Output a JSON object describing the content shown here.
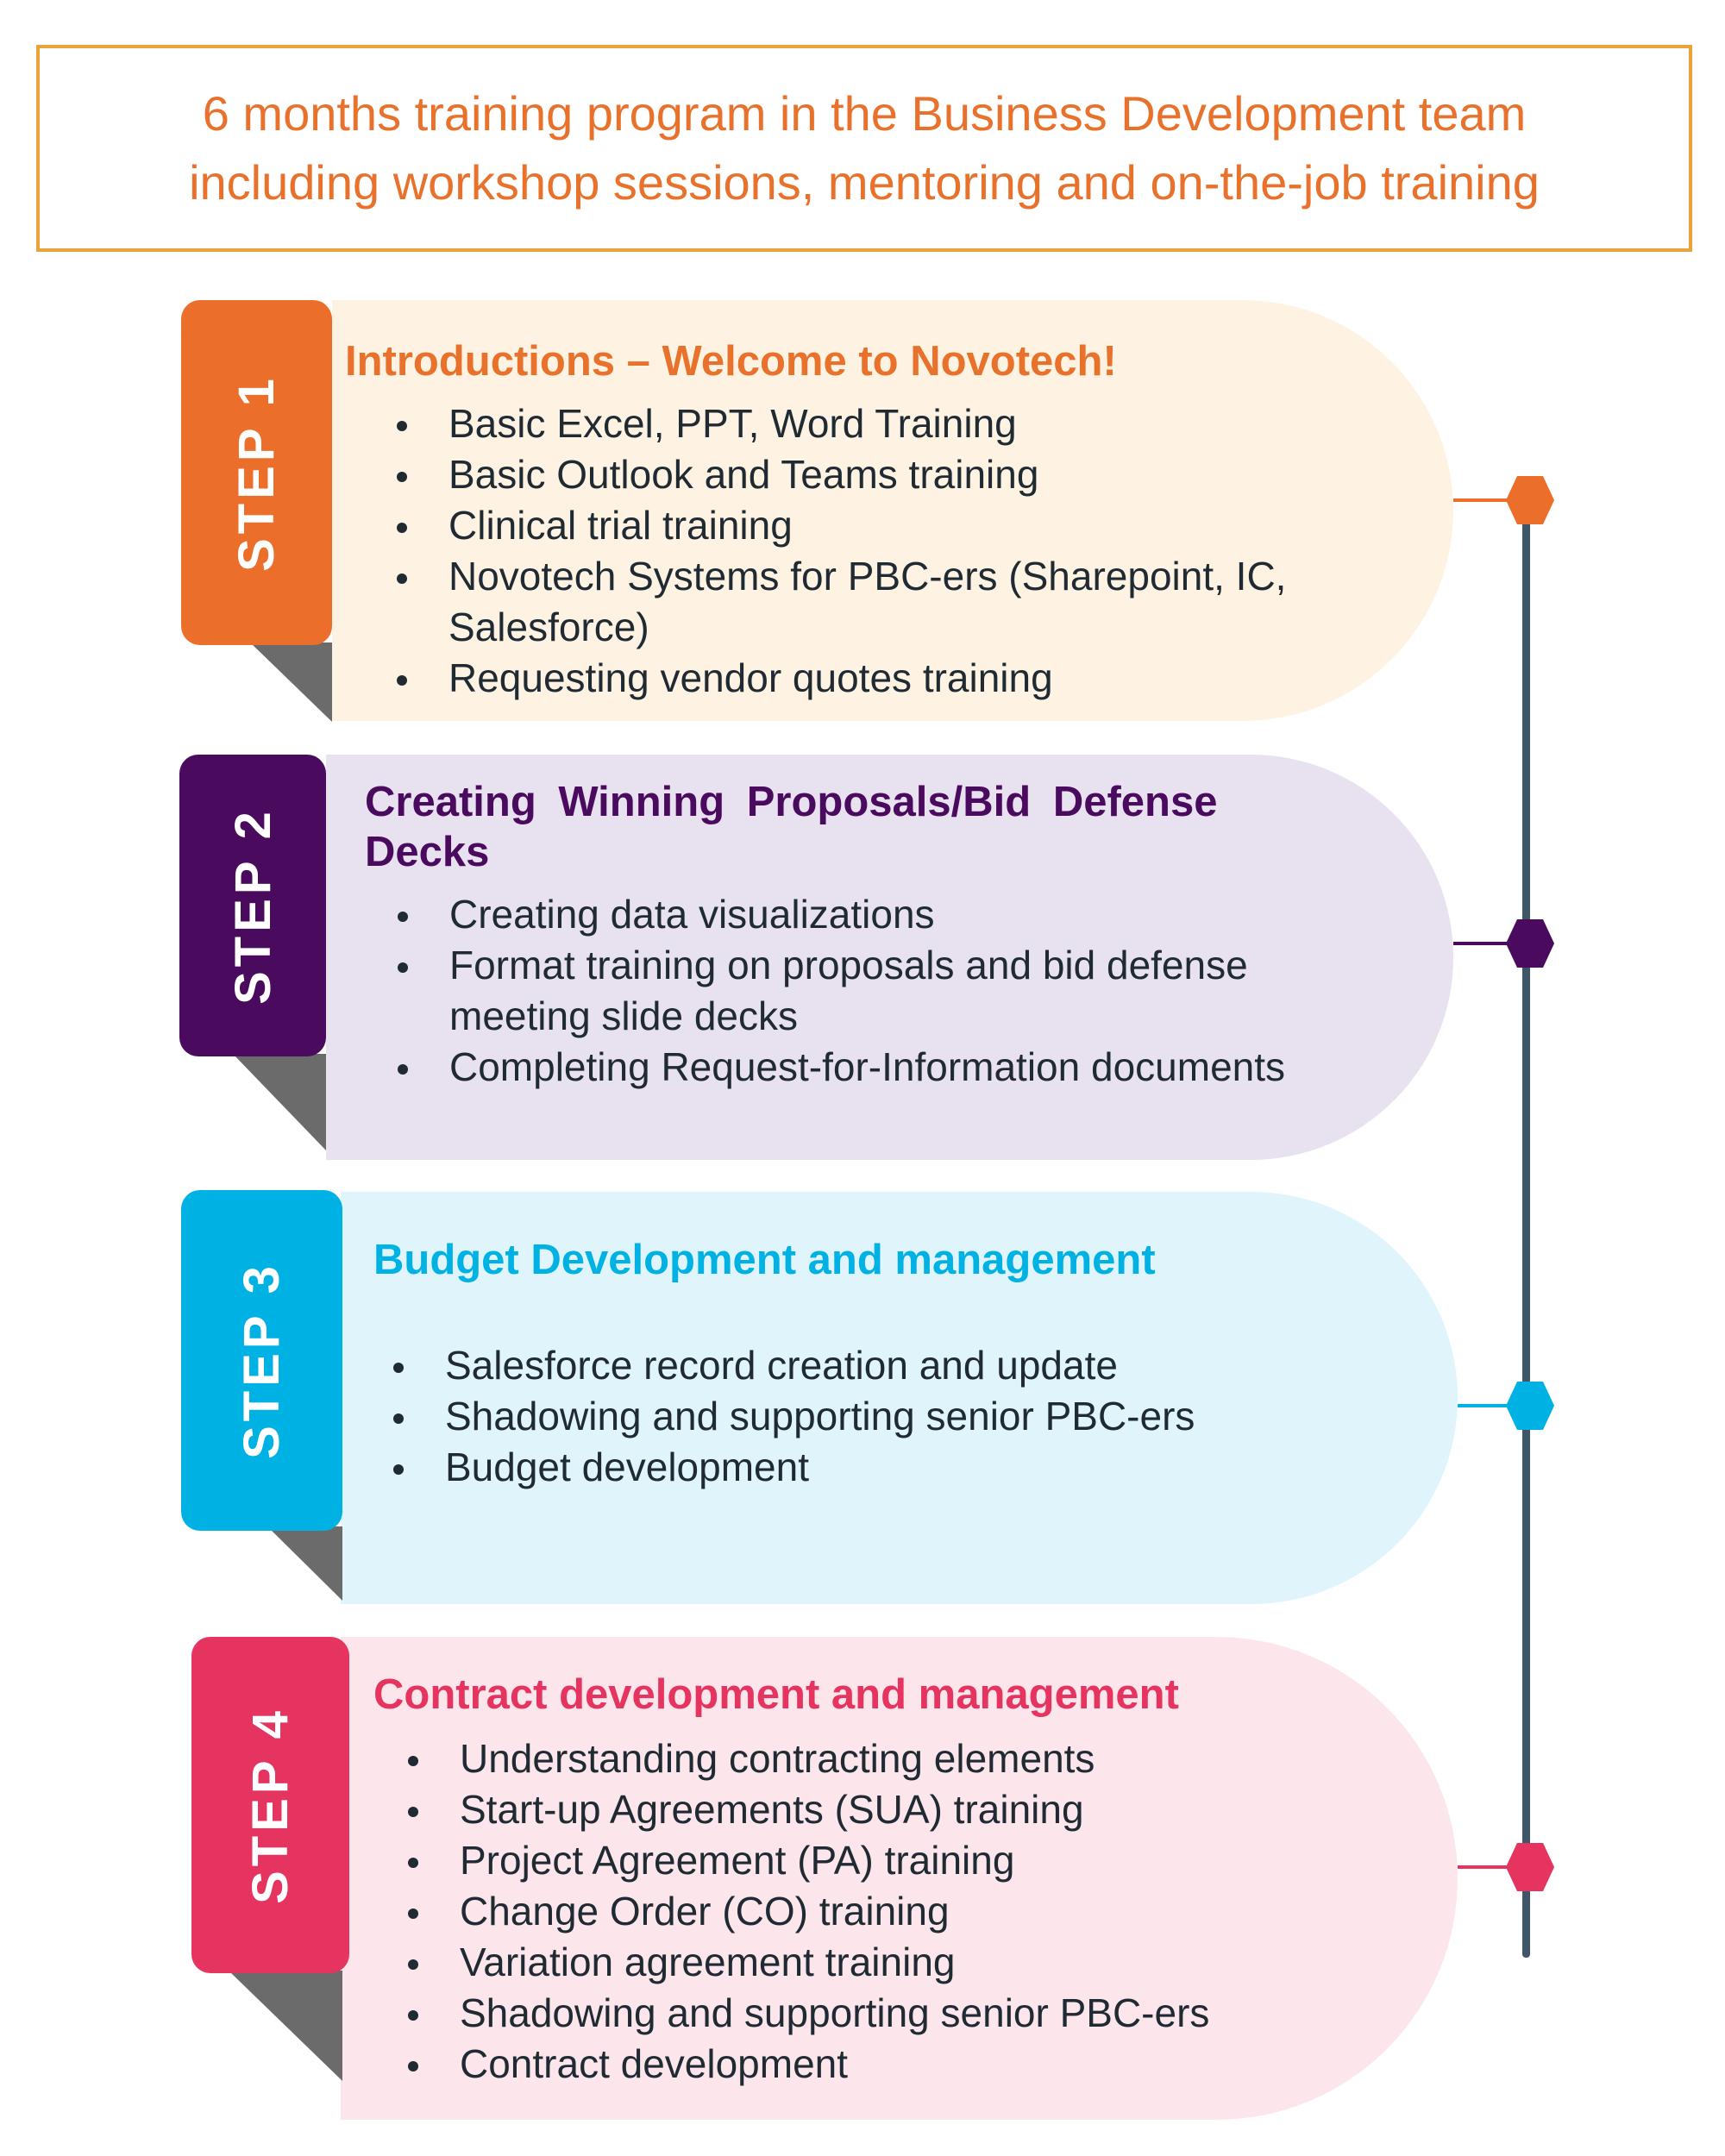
{
  "header": {
    "line1": "6 months training program in the Business Development team",
    "line2": "including workshop sessions, mentoring and on-the-job training"
  },
  "colors": {
    "step1": "#EB6F2A",
    "step2": "#4A0A5E",
    "step3": "#00B2E3",
    "step4": "#E5345F",
    "timeline": "#3F5568",
    "header_border": "#E8A43A",
    "header_text": "#E8712B"
  },
  "steps": [
    {
      "label": "STEP 1",
      "title": "Introductions – Welcome to Novotech!",
      "items": [
        "Basic Excel, PPT, Word Training",
        "Basic Outlook and Teams training",
        "Clinical trial training",
        "Novotech Systems for PBC-ers (Sharepoint, IC, Salesforce)",
        "Requesting vendor quotes training"
      ]
    },
    {
      "label": "STEP 2",
      "title": "Creating Winning Proposals/Bid Defense Decks",
      "items": [
        "Creating data visualizations",
        "Format training on proposals and bid defense meeting slide decks",
        "Completing Request-for-Information documents"
      ]
    },
    {
      "label": "STEP 3",
      "title": "Budget Development and management",
      "items": [
        "Salesforce record creation and update",
        "Shadowing and supporting senior PBC-ers",
        "Budget development"
      ]
    },
    {
      "label": "STEP 4",
      "title": "Contract development and management",
      "items": [
        "Understanding contracting elements",
        "Start-up Agreements (SUA) training",
        "Project Agreement (PA) training",
        "Change Order (CO) training",
        "Variation agreement training",
        "Shadowing and supporting senior PBC-ers",
        "Contract development"
      ]
    }
  ]
}
